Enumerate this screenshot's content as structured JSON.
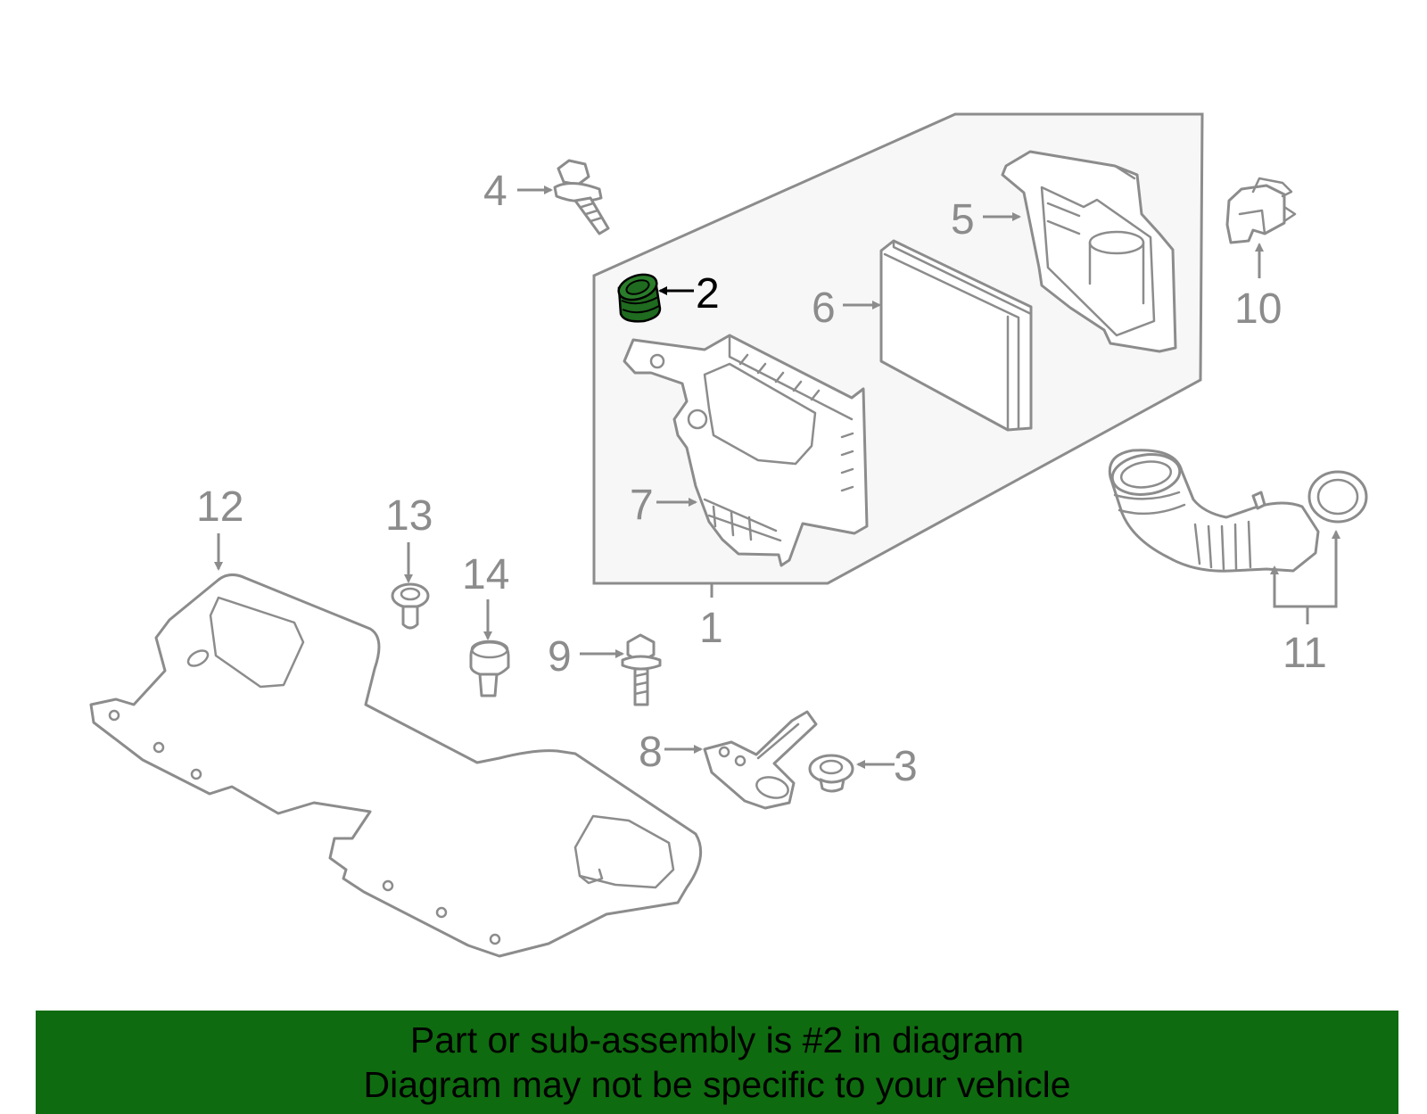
{
  "callouts": {
    "c1": "1",
    "c2": "2",
    "c3": "3",
    "c4": "4",
    "c5": "5",
    "c6": "6",
    "c7": "7",
    "c8": "8",
    "c9": "9",
    "c10": "10",
    "c11": "11",
    "c12": "12",
    "c13": "13",
    "c14": "14"
  },
  "highlighted_part": "2",
  "colors": {
    "highlight_part": "#1f6b1f",
    "banner_background": "#0f6b0f",
    "line_art": "#8c8c8c",
    "assembly_box_fill": "#f7f7f7"
  },
  "banner": {
    "line1": "Part or sub-assembly is #2 in diagram",
    "line2": "Diagram may not be specific to your vehicle"
  }
}
